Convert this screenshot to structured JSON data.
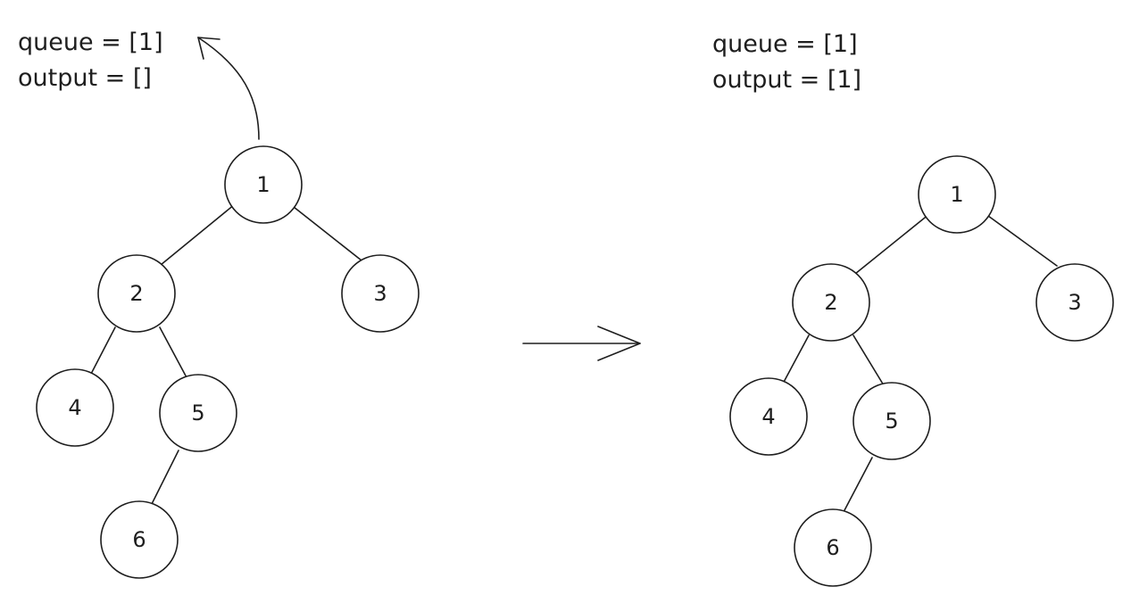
{
  "panels": [
    {
      "id": "before",
      "queue_text": "queue = [1]",
      "output_text": "output = []"
    },
    {
      "id": "after",
      "queue_text": "queue = [1]",
      "output_text": "output = [1]"
    }
  ],
  "tree": {
    "nodes": [
      {
        "id": "n1",
        "label": "1"
      },
      {
        "id": "n2",
        "label": "2"
      },
      {
        "id": "n3",
        "label": "3"
      },
      {
        "id": "n4",
        "label": "4"
      },
      {
        "id": "n5",
        "label": "5"
      },
      {
        "id": "n6",
        "label": "6"
      }
    ],
    "edges": [
      [
        "n1",
        "n2"
      ],
      [
        "n1",
        "n3"
      ],
      [
        "n2",
        "n4"
      ],
      [
        "n2",
        "n5"
      ],
      [
        "n5",
        "n6"
      ]
    ]
  }
}
